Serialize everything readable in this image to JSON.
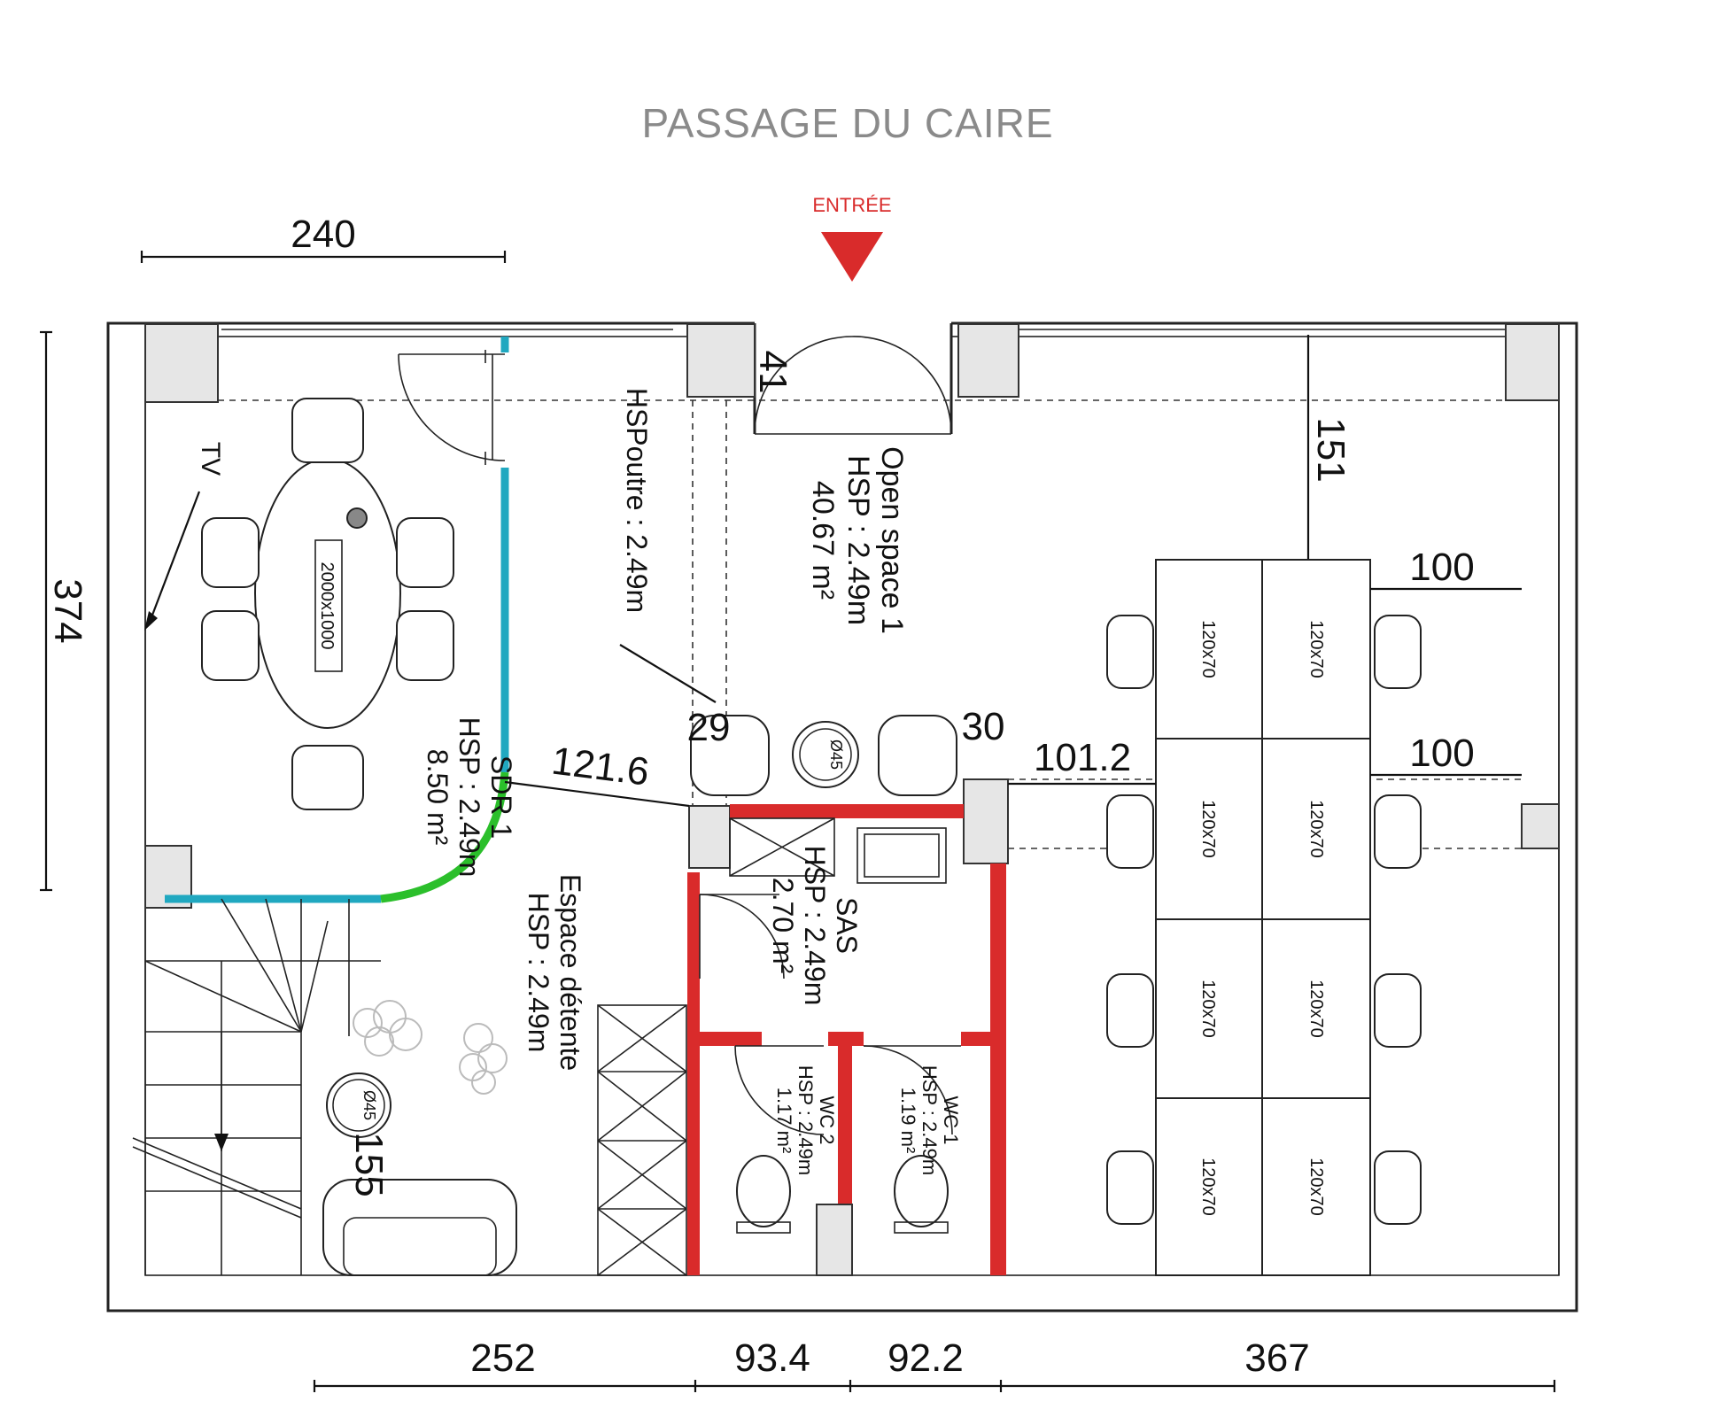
{
  "street": "PASSAGE DU CAIRE",
  "entrance": {
    "label": "ENTRÉE",
    "color": "#d92b2b"
  },
  "dimensions": {
    "top_left": "240",
    "left_side": "374",
    "bottom": [
      "252",
      "93.4",
      "92.2",
      "367"
    ],
    "d41": "41",
    "d151": "151",
    "d100_a": "100",
    "d100_b": "100",
    "d101": "101.2",
    "d30": "30",
    "d29": "29",
    "d121": "121.6",
    "d155": "155"
  },
  "rooms": {
    "sdr": {
      "name": "SDR 1",
      "hsp": "HSP : 2.49m",
      "area": "8.50 m²"
    },
    "open_space": {
      "name": "Open space 1",
      "hsp": "HSP : 2.49m",
      "area": "40.67 m²"
    },
    "detente": {
      "name": "Espace détente",
      "hsp": "HSP : 2.49m"
    },
    "sas": {
      "name": "SAS",
      "hsp": "HSP : 2.49m",
      "area": "2.70 m²"
    },
    "wc1": {
      "name": "WC 1",
      "hsp": "HSP : 2.49m",
      "area": "1.19 m²"
    },
    "wc2": {
      "name": "WC 2",
      "hsp": "HSP : 2.49m",
      "area": "1.17 m²"
    }
  },
  "labels": {
    "hspoutre": "HSPoutre : 2.49m",
    "tv": "TV",
    "table": "2000x1000",
    "round_a": "Ø45",
    "round_b": "Ø45",
    "desk": "120x70"
  },
  "colors": {
    "partition_glass": "#20a8c0",
    "curved_wall": "#2bbf2b",
    "sanitary_walls": "#d92b2b"
  }
}
